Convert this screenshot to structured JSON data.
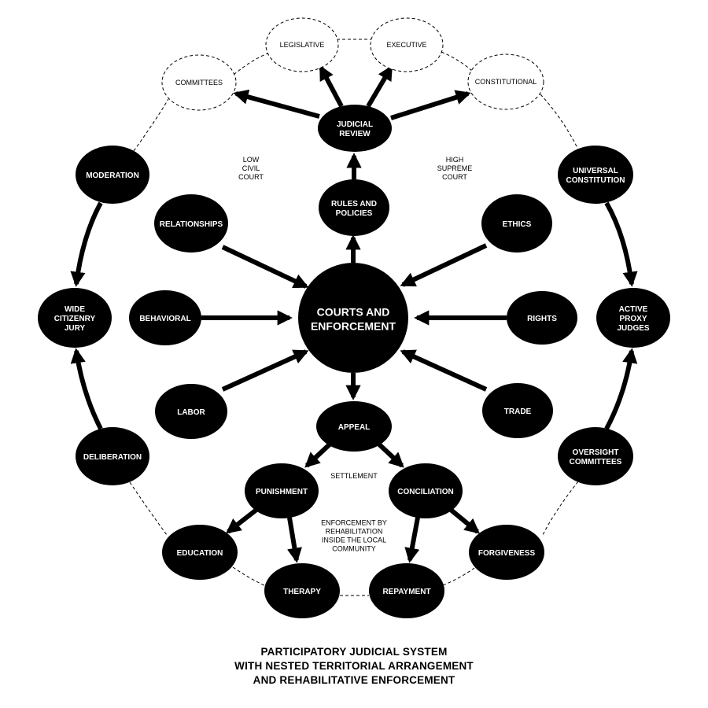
{
  "title": {
    "lines": [
      "PARTICIPATORY JUDICIAL SYSTEM",
      "WITH NESTED TERRITORIAL ARRANGEMENT",
      "AND REHABILITATIVE ENFORCEMENT"
    ]
  },
  "center": {
    "lines": [
      "COURTS AND",
      "ENFORCEMENT"
    ]
  },
  "nodes": {
    "judicial_review": [
      "JUDICIAL",
      "REVIEW"
    ],
    "rules_policies": [
      "RULES AND",
      "POLICIES"
    ],
    "relationships": [
      "RELATIONSHIPS"
    ],
    "ethics": [
      "ETHICS"
    ],
    "behavioral": [
      "BEHAVIORAL"
    ],
    "rights": [
      "RIGHTS"
    ],
    "labor": [
      "LABOR"
    ],
    "trade": [
      "TRADE"
    ],
    "appeal": [
      "APPEAL"
    ],
    "punishment": [
      "PUNISHMENT"
    ],
    "conciliation": [
      "CONCILIATION"
    ],
    "education": [
      "EDUCATION"
    ],
    "therapy": [
      "THERAPY"
    ],
    "repayment": [
      "REPAYMENT"
    ],
    "forgiveness": [
      "FORGIVENESS"
    ],
    "moderation": [
      "MODERATION"
    ],
    "wide_jury": [
      "WIDE",
      "CITIZENRY",
      "JURY"
    ],
    "deliberation": [
      "DELIBERATION"
    ],
    "universal_constitution": [
      "UNIVERSAL",
      "CONSTITUTION"
    ],
    "active_judges": [
      "ACTIVE",
      "PROXY",
      "JUDGES"
    ],
    "oversight_committees": [
      "OVERSIGHT",
      "COMMITTEES"
    ]
  },
  "dashed_nodes": {
    "legislative": "LEGISLATIVE",
    "executive": "EXECUTIVE",
    "committees": "COMMITTEES",
    "constitutional": "CONSTITUTIONAL"
  },
  "annotations": {
    "low_court": [
      "LOW",
      "CIVIL",
      "COURT"
    ],
    "high_court": [
      "HIGH",
      "SUPREME",
      "COURT"
    ],
    "settlement": [
      "SETTLEMENT"
    ],
    "enforcement_note": [
      "ENFORCEMENT BY",
      "REHABILITATION",
      "INSIDE THE LOCAL",
      "COMMUNITY"
    ]
  },
  "colors": {
    "node_fill": "#000000",
    "node_text": "#ffffff",
    "dashed_stroke": "#000000",
    "background": "#ffffff"
  }
}
